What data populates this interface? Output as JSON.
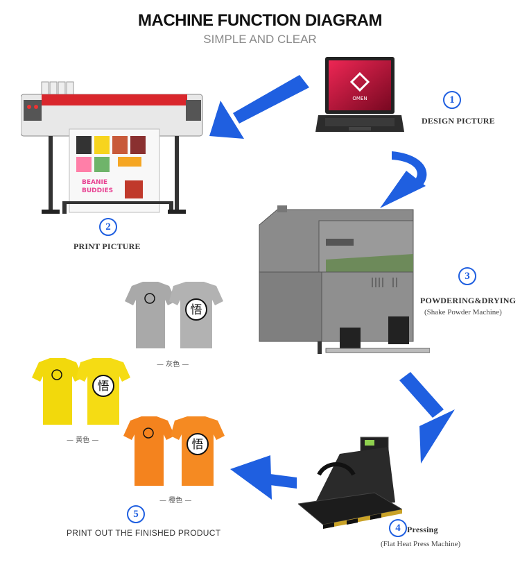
{
  "header": {
    "title": "MACHINE FUNCTION DIAGRAM",
    "subtitle": "SIMPLE AND CLEAR"
  },
  "steps": [
    {
      "num": "1",
      "label": "DESIGN PICTURE"
    },
    {
      "num": "2",
      "label": "PRINT PICTURE"
    },
    {
      "num": "3",
      "label": "POWDERING&DRYING",
      "sublabel": "(Shake Powder Machine)"
    },
    {
      "num": "4",
      "label": "Pressing",
      "sublabel": "(Flat Heat Press Machine)"
    },
    {
      "num": "5",
      "label": "PRINT OUT THE FINISHED PRODUCT"
    }
  ],
  "laptop": {
    "screen_text": "OMEN"
  },
  "printer": {
    "stickers": [
      "BEANIE",
      "BUDDIES"
    ]
  },
  "shirts": [
    {
      "caption": "— 灰色 —",
      "color": "#a9a9a9",
      "glyph": "悟"
    },
    {
      "caption": "— 黄色 —",
      "color": "#f2d90c",
      "glyph": "悟"
    },
    {
      "caption": "— 橙色 —",
      "color": "#f4831e",
      "glyph": "悟"
    }
  ],
  "colors": {
    "arrow": "#1f5fe0",
    "step_circle": "#1f5fe0"
  }
}
